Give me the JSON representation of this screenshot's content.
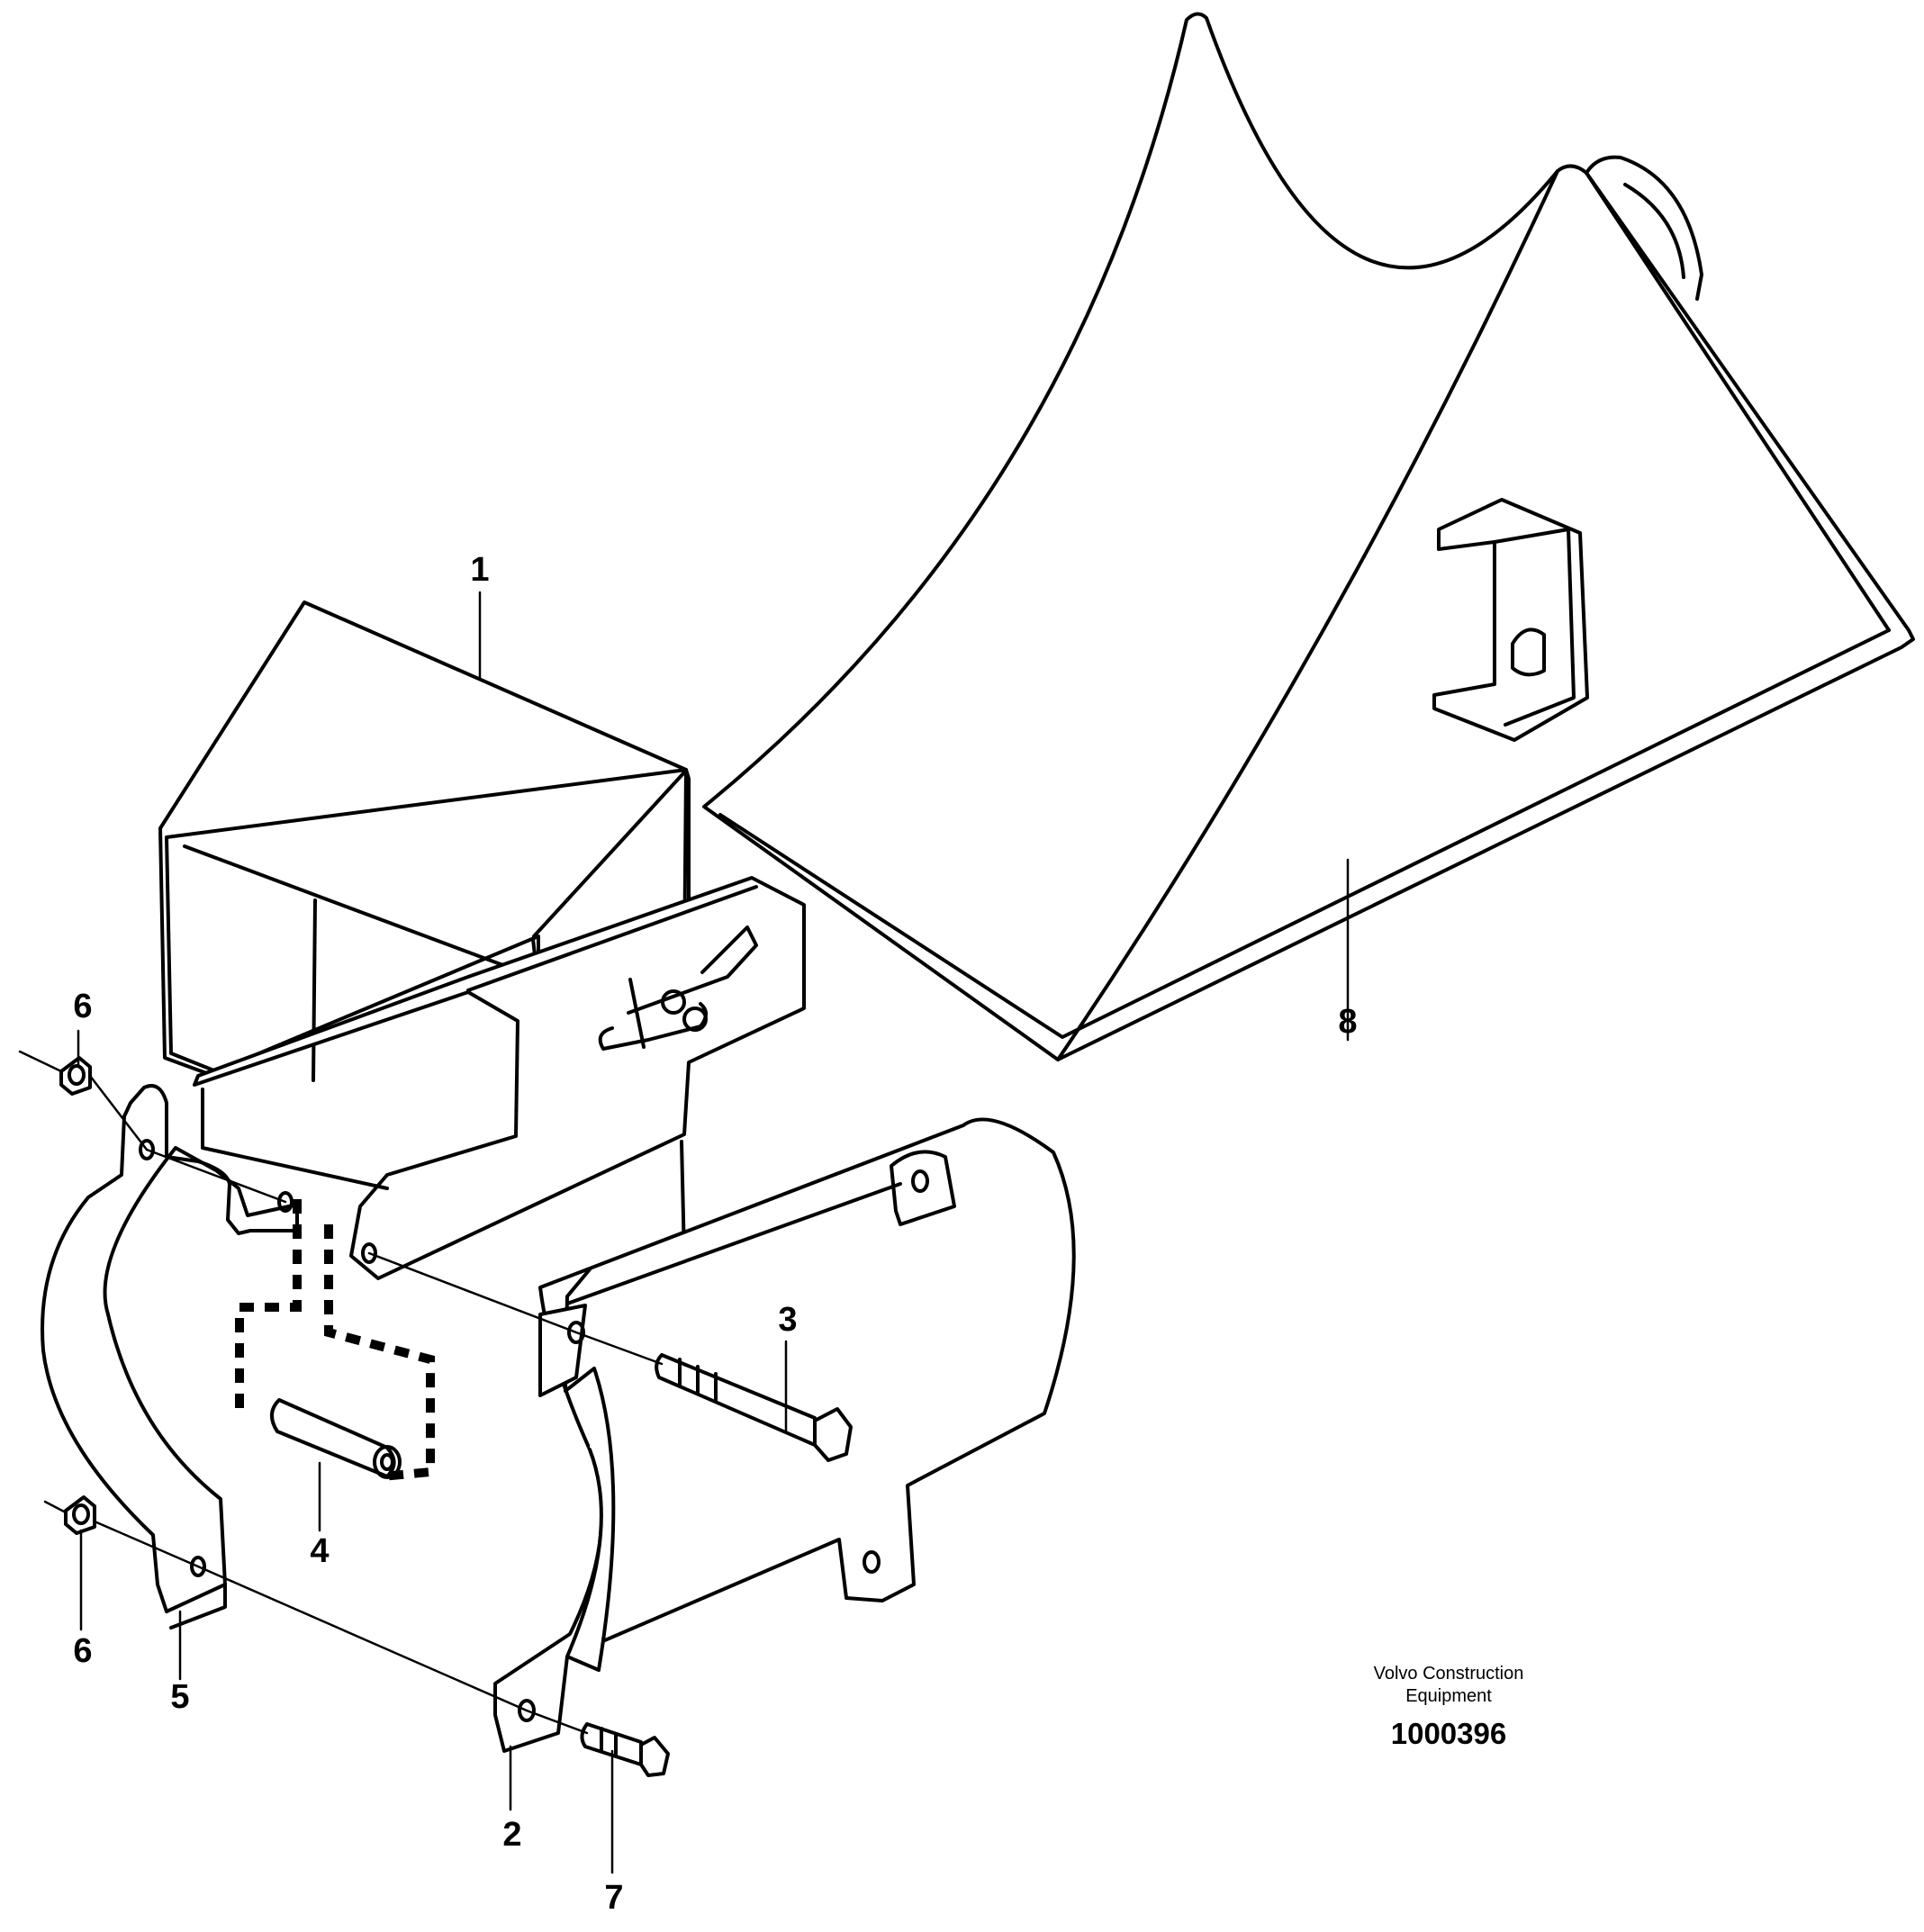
{
  "callouts": {
    "c1": "1",
    "c2": "2",
    "c3": "3",
    "c4": "4",
    "c5": "5",
    "c6a": "6",
    "c6b": "6",
    "c7": "7",
    "c8": "8"
  },
  "footer": {
    "company_line1": "Volvo Construction",
    "company_line2": "Equipment",
    "document_number": "1000396"
  }
}
